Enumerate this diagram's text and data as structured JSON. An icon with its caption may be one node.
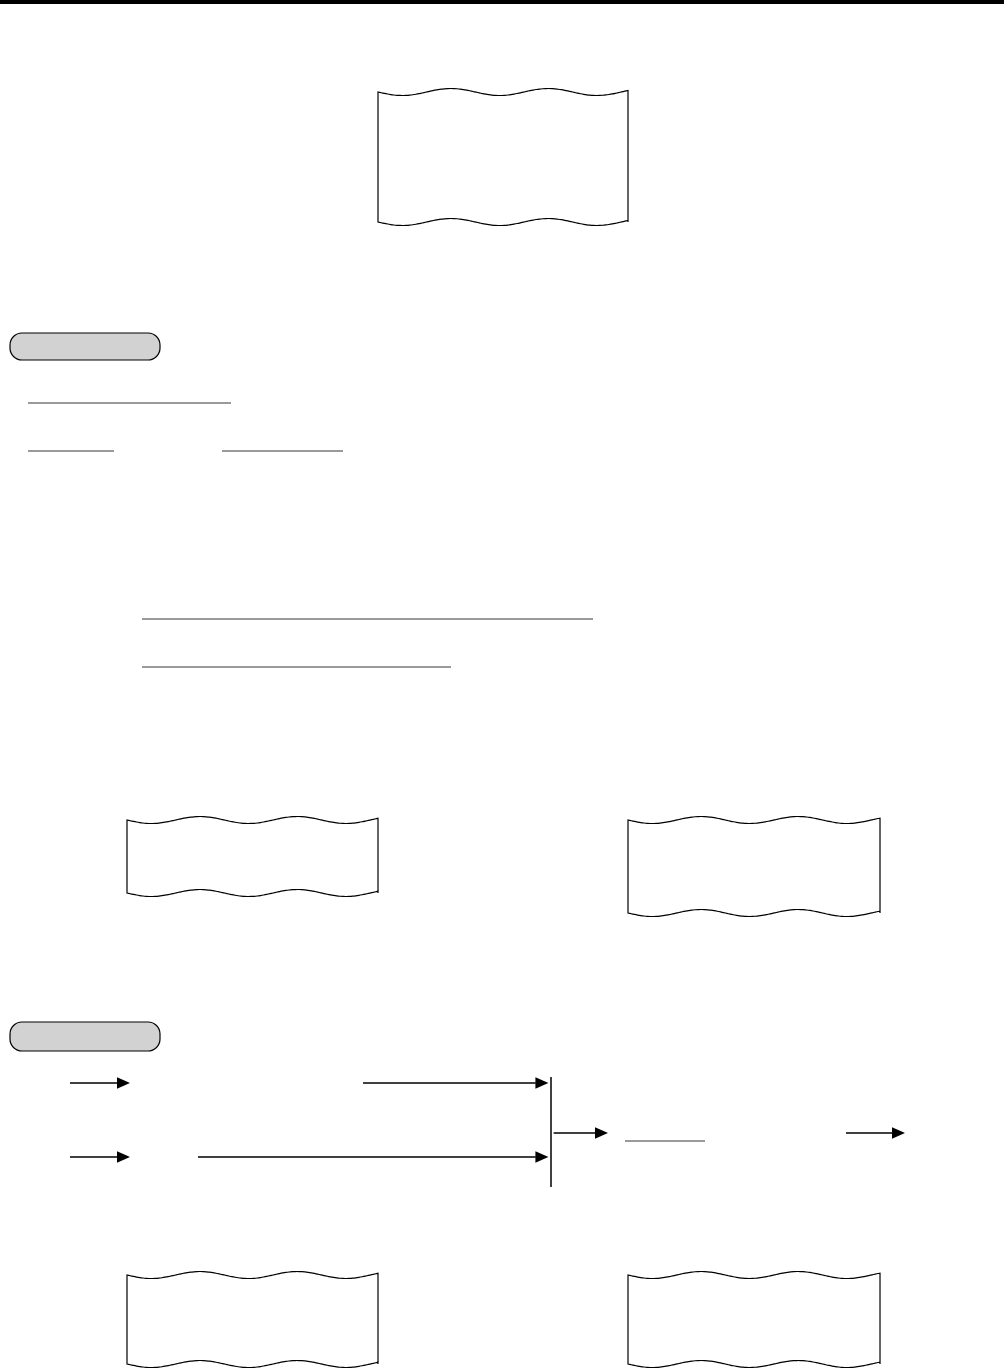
{
  "diagram": {
    "nodes": [
      {
        "text": [],
        "shape": "receipt"
      },
      {
        "text": [],
        "shape": "pill"
      },
      {
        "text": [],
        "shape": "receipt"
      },
      {
        "text": [],
        "shape": "receipt"
      },
      {
        "text": [],
        "shape": "pill"
      },
      {
        "text": [],
        "shape": "bar"
      },
      {
        "text": [],
        "shape": "receipt"
      },
      {
        "text": [],
        "shape": "receipt"
      }
    ],
    "edges": [
      {
        "from": null,
        "to": 5,
        "arrow": "to"
      },
      {
        "from": null,
        "to": 5,
        "arrow": "to"
      },
      {
        "from": 5,
        "to": null,
        "arrow": "to"
      }
    ]
  }
}
